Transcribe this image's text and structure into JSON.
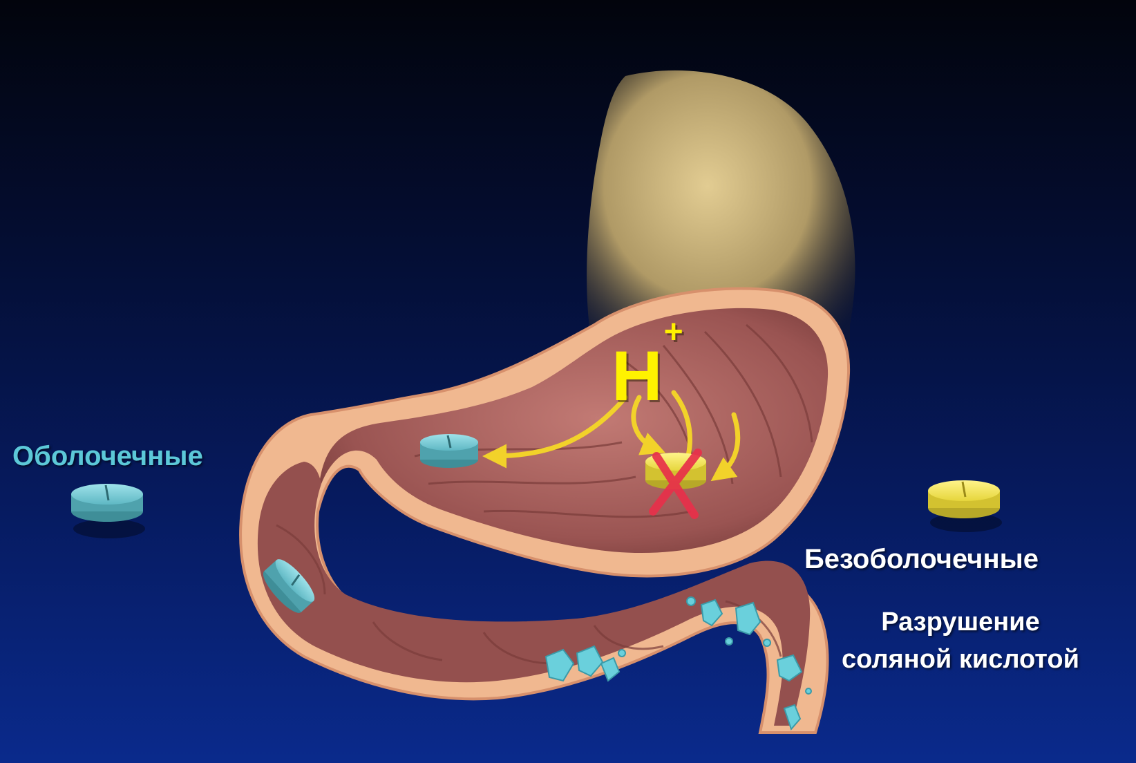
{
  "labels": {
    "coated": "Оболочечные",
    "uncoated": "Безоболочечные",
    "destruction_line1": "Разрушение",
    "destruction_line2": "соляной кислотой",
    "ion_symbol": "H",
    "ion_charge": "+"
  },
  "colors": {
    "background_top": "#02040c",
    "background_bottom": "#0a2a8c",
    "coated_text": "#5cc8d8",
    "uncoated_text": "#ffffff",
    "ion_text": "#fff200",
    "arrow": "#f2d22a",
    "cross": "#e8304a",
    "coated_tablet": "#5fb8c4",
    "uncoated_tablet": "#e6d63c",
    "stomach_wall": "#f0b890",
    "mucosa": "#a8605e",
    "esophagus": "#c8b07a"
  },
  "icons": {
    "coated_tablet": "teal-pill-icon",
    "uncoated_tablet": "yellow-pill-icon",
    "cross": "red-cross-icon",
    "arrow": "curved-arrow-icon"
  }
}
